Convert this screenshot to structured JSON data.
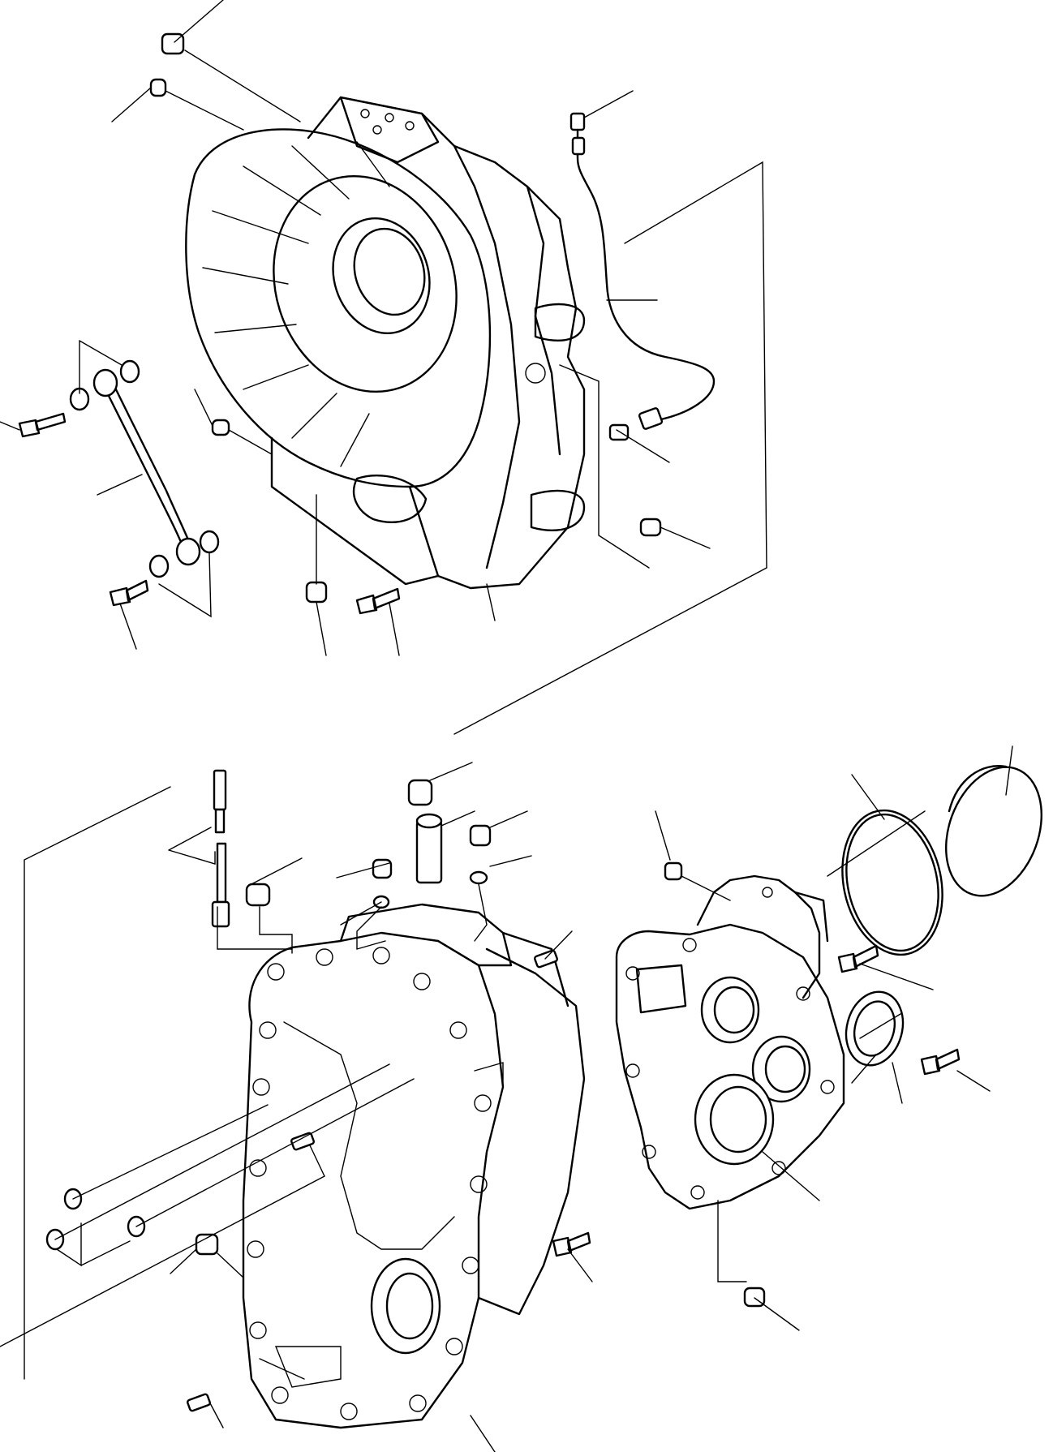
{
  "diagram": {
    "type": "exploded-parts-view",
    "colors": {
      "line": "#000000",
      "background": "#ffffff"
    },
    "parts": [
      {
        "id": "flywheel-housing"
      },
      {
        "id": "transmission-case-front"
      },
      {
        "id": "rear-cover-housing"
      },
      {
        "id": "cover-cap"
      },
      {
        "id": "o-ring-large"
      },
      {
        "id": "oil-seal"
      },
      {
        "id": "hydraulic-tube"
      },
      {
        "id": "ground-strap"
      },
      {
        "id": "dipstick-tube"
      }
    ]
  }
}
